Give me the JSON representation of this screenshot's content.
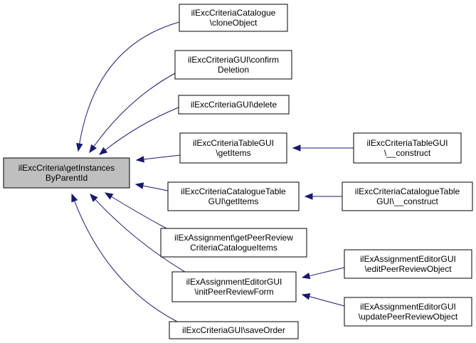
{
  "graph": {
    "root": {
      "id": "root",
      "lines": [
        "ilExcCriteria\\getInstances",
        "ByParentId"
      ]
    },
    "nodes": [
      {
        "id": "n1",
        "lines": [
          "ilExcCriteriaCatalogue",
          "\\cloneObject"
        ]
      },
      {
        "id": "n2",
        "lines": [
          "ilExcCriteriaGUI\\confirm",
          "Deletion"
        ]
      },
      {
        "id": "n3",
        "lines": [
          "ilExcCriteriaGUI\\delete"
        ]
      },
      {
        "id": "n4",
        "lines": [
          "ilExcCriteriaTableGUI",
          "\\getItems"
        ]
      },
      {
        "id": "n5",
        "lines": [
          "ilExcCriteriaTableGUI",
          "\\__construct"
        ]
      },
      {
        "id": "n6",
        "lines": [
          "ilExcCriteriaCatalogueTable",
          "GUI\\getItems"
        ]
      },
      {
        "id": "n7",
        "lines": [
          "ilExcCriteriaCatalogueTable",
          "GUI\\__construct"
        ]
      },
      {
        "id": "n8",
        "lines": [
          "ilExAssignment\\getPeerReview",
          "CriteriaCatalogueItems"
        ]
      },
      {
        "id": "n9",
        "lines": [
          "ilExAssignmentEditorGUI",
          "\\initPeerReviewForm"
        ]
      },
      {
        "id": "n10",
        "lines": [
          "ilExAssignmentEditorGUI",
          "\\editPeerReviewObject"
        ]
      },
      {
        "id": "n11",
        "lines": [
          "ilExAssignmentEditorGUI",
          "\\updatePeerReviewObject"
        ]
      },
      {
        "id": "n12",
        "lines": [
          "ilExcCriteriaGUI\\saveOrder"
        ]
      }
    ],
    "edges": [
      {
        "from": "n1",
        "to": "root"
      },
      {
        "from": "n2",
        "to": "root"
      },
      {
        "from": "n3",
        "to": "root"
      },
      {
        "from": "n4",
        "to": "root"
      },
      {
        "from": "n5",
        "to": "n4"
      },
      {
        "from": "n6",
        "to": "root"
      },
      {
        "from": "n7",
        "to": "n6"
      },
      {
        "from": "n8",
        "to": "root"
      },
      {
        "from": "n9",
        "to": "root"
      },
      {
        "from": "n10",
        "to": "n9"
      },
      {
        "from": "n11",
        "to": "n9"
      },
      {
        "from": "n12",
        "to": "root"
      }
    ],
    "colors": {
      "edge": "#191970",
      "root_fill": "#bfbfbf",
      "node_fill": "#ffffff",
      "border": "#000000"
    }
  }
}
